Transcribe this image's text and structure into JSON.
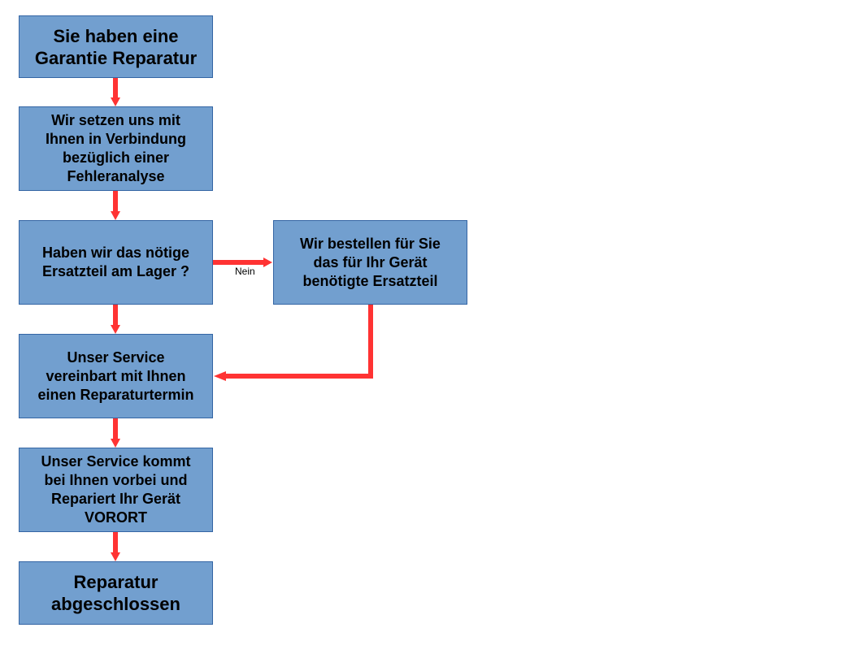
{
  "diagram": {
    "colors": {
      "box_fill": "#729fcf",
      "box_border": "#3465a4",
      "connector": "#ff3333"
    },
    "nodes": {
      "start": "Sie haben eine\nGarantie Reparatur",
      "contact": "Wir setzen uns mit\nIhnen in Verbindung\nbezüglich einer\nFehleranalyse",
      "decision": "Haben wir das nötige\nErsatzteil am Lager ?",
      "order": "Wir bestellen für Sie\ndas für Ihr Gerät\nbenötigte Ersatzteil",
      "appointment": "Unser Service\nvereinbart mit Ihnen\neinen Reparaturtermin",
      "onsite": "Unser Service kommt\nbei Ihnen vorbei und\nRepariert Ihr Gerät\nVORORT",
      "end": "Reparatur\nabgeschlossen"
    },
    "edge_labels": {
      "no": "Nein"
    }
  }
}
